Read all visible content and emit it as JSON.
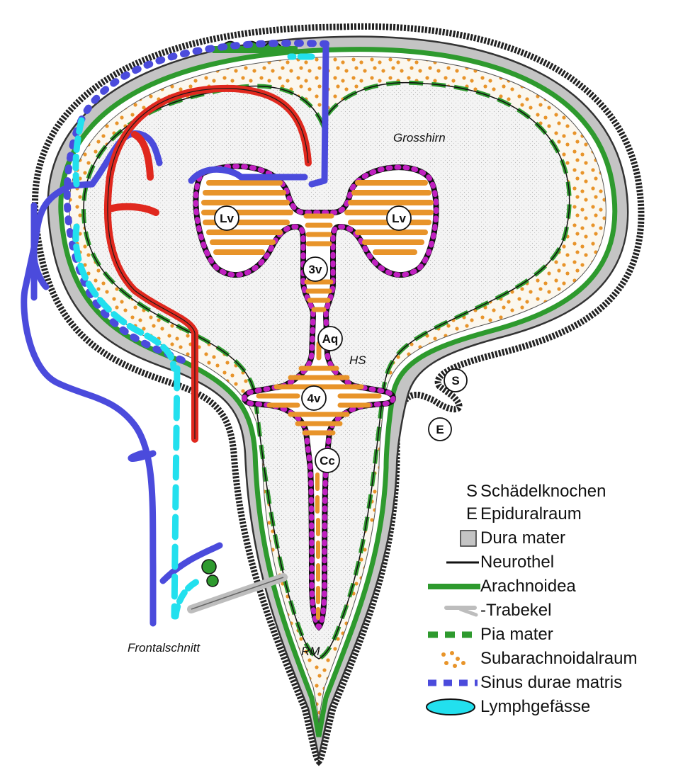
{
  "diagram": {
    "labels": {
      "grosshirn": "Grosshirn",
      "hs": "HS",
      "rm": "RM",
      "frontalschnitt": "Frontalschnitt"
    },
    "circle_labels": {
      "lv_left": "Lv",
      "lv_right": "Lv",
      "v3": "3v",
      "aq": "Aq",
      "v4": "4v",
      "cc": "Cc",
      "s": "S",
      "e": "E"
    }
  },
  "legend": {
    "items": [
      {
        "symbol_text": "S",
        "label": "Schädelknochen"
      },
      {
        "symbol_text": "E",
        "label": "Epiduralraum"
      },
      {
        "symbol": "grey-square",
        "label": "Dura mater"
      },
      {
        "symbol": "black-line",
        "label": "Neurothel"
      },
      {
        "symbol": "green-bar",
        "label": "Arachnoidea"
      },
      {
        "symbol": "grey-trabecula",
        "label": "-Trabekel"
      },
      {
        "symbol": "green-dashes",
        "label": "Pia mater"
      },
      {
        "symbol": "orange-dots",
        "label": "Subarachnoidalraum"
      },
      {
        "symbol": "blue-dashes",
        "label": "Sinus durae matris"
      },
      {
        "symbol": "cyan-ellipse",
        "label": "Lymphgefässe"
      }
    ]
  },
  "colors": {
    "arachnoidea": "#2e9a2e",
    "pia": "#2e9a2e",
    "csf_orange": "#e8942a",
    "sinus_blue": "#4b4bdc",
    "artery_red": "#e0281e",
    "lymph_cyan": "#22e0ee",
    "plexus_magenta": "#c020c0",
    "dura_grey": "#bdbdbd",
    "brain_fill": "#f1f1f1"
  }
}
